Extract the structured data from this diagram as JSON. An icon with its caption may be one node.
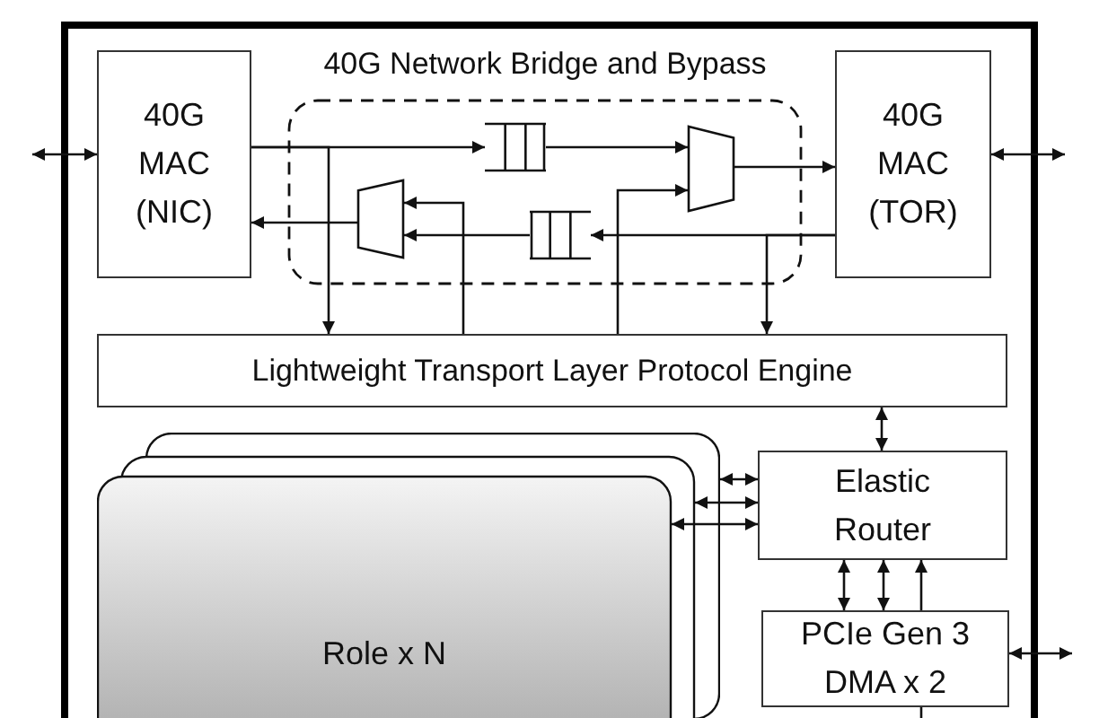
{
  "diagram": {
    "nodes": [
      {
        "text": [],
        "shape": "box"
      },
      {
        "text": [
          "40G MAC (NIC)"
        ],
        "in": 0
      },
      {
        "text": [
          "40G Network Bridge and Bypass"
        ],
        "in": 0
      },
      {
        "text": [],
        "shape": "queue",
        "in": 2
      },
      {
        "text": [],
        "shape": "trapezoid",
        "in": 2
      },
      {
        "text": [],
        "shape": "trapezoid",
        "in": 2
      },
      {
        "text": [],
        "shape": "queue",
        "in": 2
      },
      {
        "text": [
          "40G MAC (TOR)"
        ],
        "in": 0
      },
      {
        "text": [
          "Lightweight Transport Layer Protocol Engine"
        ],
        "in": 0
      },
      {
        "text": [
          "Role x N"
        ],
        "in": 0
      },
      {
        "text": [
          "Elastic Router"
        ],
        "in": 0
      },
      {
        "text": [
          "PCIe Gen 3 DMA x 2"
        ],
        "in": 0
      }
    ],
    "edges": [
      {
        "from": null,
        "to": 1,
        "arrow": "both"
      },
      {
        "from": 7,
        "to": null,
        "arrow": "both"
      },
      {
        "from": 1,
        "to": 3,
        "arrow": "to"
      },
      {
        "from": 1,
        "to": 8,
        "arrow": "to"
      },
      {
        "from": 3,
        "to": 4,
        "arrow": "to"
      },
      {
        "from": 8,
        "to": 4,
        "arrow": "to"
      },
      {
        "from": 4,
        "to": 7,
        "arrow": "to"
      },
      {
        "from": 7,
        "to": 6,
        "arrow": "to"
      },
      {
        "from": 7,
        "to": 8,
        "arrow": "to"
      },
      {
        "from": 6,
        "to": 5,
        "arrow": "to"
      },
      {
        "from": 8,
        "to": 5,
        "arrow": "to"
      },
      {
        "from": 5,
        "to": 1,
        "arrow": "to"
      },
      {
        "from": 8,
        "to": 10,
        "arrow": "both"
      },
      {
        "from": 9,
        "to": 10,
        "arrow": "both"
      },
      {
        "from": 9,
        "to": 10,
        "arrow": "both"
      },
      {
        "from": 9,
        "to": 10,
        "arrow": "both"
      },
      {
        "from": 10,
        "to": 11,
        "arrow": "both"
      },
      {
        "from": 10,
        "to": 11,
        "arrow": "both"
      },
      {
        "from": 11,
        "to": 10,
        "arrow": "to"
      },
      {
        "from": 11,
        "to": null,
        "arrow": "both"
      },
      {
        "from": 11,
        "to": null,
        "arrow": "none"
      }
    ]
  }
}
